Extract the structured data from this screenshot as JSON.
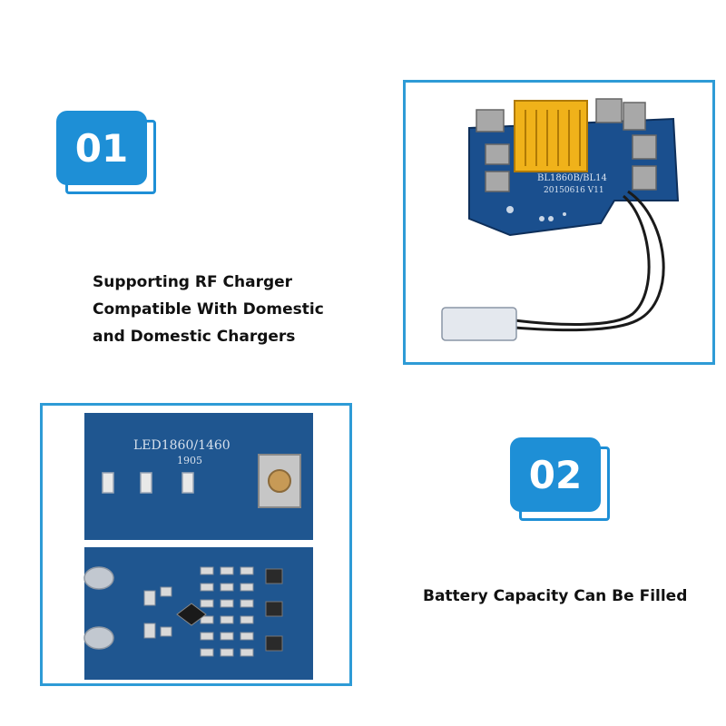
{
  "badges": {
    "first": "01",
    "second": "02"
  },
  "captions": {
    "first_line1": "Supporting RF Charger",
    "first_line2": "Compatible With Domestic",
    "first_line3": "and  Domestic Chargers",
    "second": "Battery Capacity Can Be Filled"
  },
  "pcb_top": {
    "label": "BL1860B/BL14",
    "date": "20150616 V11"
  },
  "pcb_bottom": {
    "label": "LED1860/1460",
    "code": "1905"
  },
  "colors": {
    "accent": "#1e8fd6",
    "pcb": "#1a4f8e",
    "connector": "#f0b21a"
  }
}
